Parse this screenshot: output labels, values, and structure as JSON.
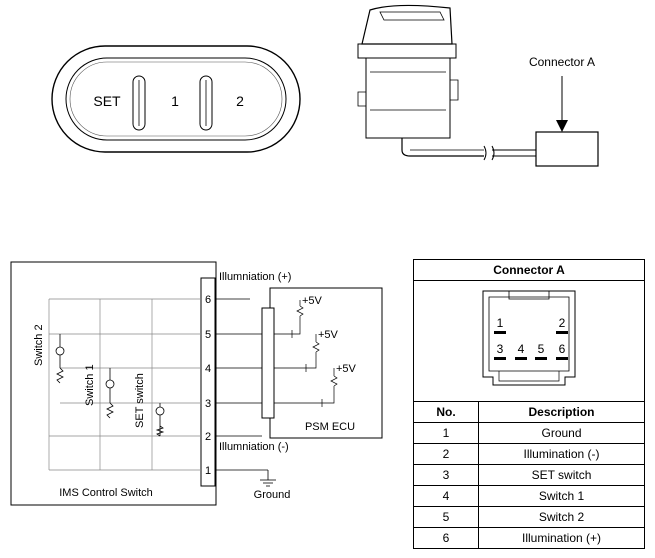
{
  "switch_panel": {
    "btn_set": "SET",
    "btn_1": "1",
    "btn_2": "2"
  },
  "side_view": {
    "connector_label": "Connector A"
  },
  "schematic": {
    "illum_plus": "Illumniation (+)",
    "illum_minus": "Illumniation (-)",
    "ground": "Ground",
    "ims_label": "IMS Control Switch",
    "ecu_label": "PSM ECU",
    "switch2": "Switch 2",
    "switch1": "Switch 1",
    "set_switch": "SET switch",
    "pins": [
      "6",
      "5",
      "4",
      "3",
      "2",
      "1"
    ],
    "v5": "+5V"
  },
  "connector_table": {
    "title": "Connector A",
    "face_pins": [
      "1",
      "2",
      "3",
      "4",
      "5",
      "6"
    ],
    "col_no": "No.",
    "col_desc": "Description",
    "rows": [
      {
        "no": "1",
        "desc": "Ground"
      },
      {
        "no": "2",
        "desc": "Illumination (-)"
      },
      {
        "no": "3",
        "desc": "SET switch"
      },
      {
        "no": "4",
        "desc": "Switch 1"
      },
      {
        "no": "5",
        "desc": "Switch 2"
      },
      {
        "no": "6",
        "desc": "Illumination (+)"
      }
    ]
  }
}
